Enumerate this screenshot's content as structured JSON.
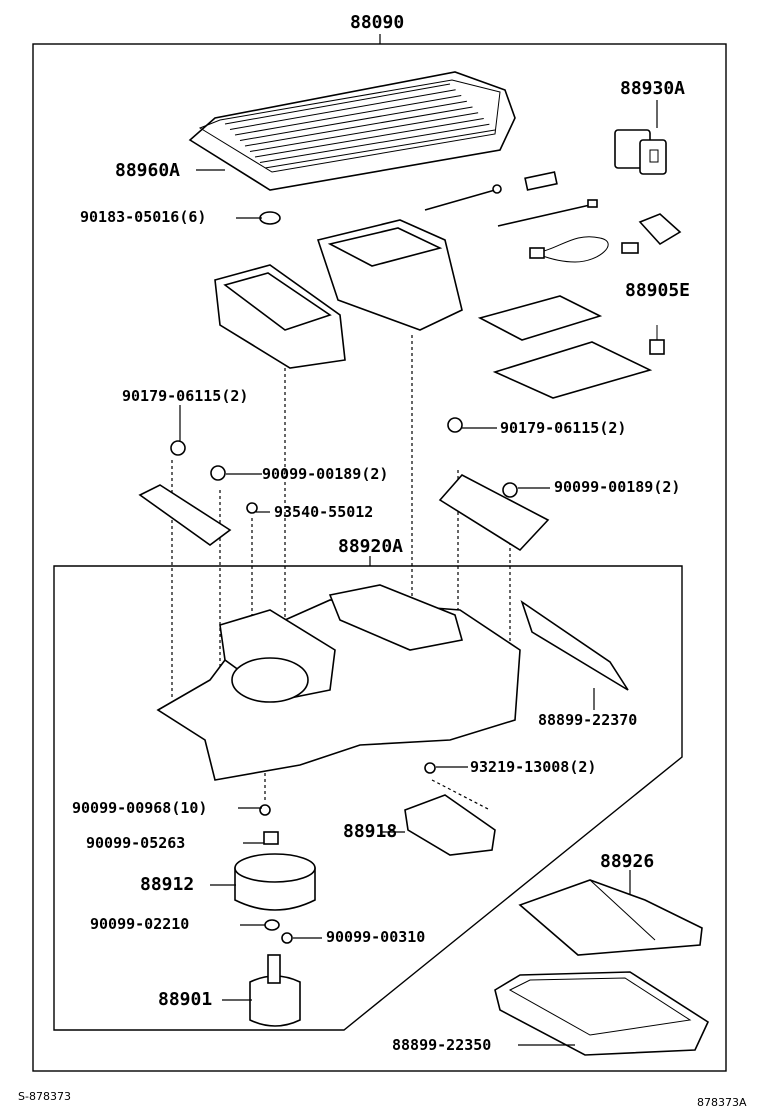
{
  "diagram": {
    "labels": {
      "assy_top": "88090",
      "switch": "88930A",
      "cover": "88960A",
      "nut_a": "90183-05016(6)",
      "relay": "88905E",
      "nut_left": "90179-06115(2)",
      "nut_right": "90179-06115(2)",
      "screw_left": "90099-00189(2)",
      "screw_right": "90099-00189(2)",
      "screw_mid": "93540-55012",
      "unit": "88920A",
      "seal_strip": "88899-22370",
      "screw_b": "93219-13008(2)",
      "screw_c": "90099-00968(10)",
      "nut_b": "90099-05263",
      "resistor": "88918",
      "fan": "88912",
      "filter": "88926",
      "washer": "90099-02210",
      "clip": "90099-00310",
      "motor": "88901",
      "filter_case": "88899-22350"
    },
    "footer": {
      "left_code": "S-878373",
      "right_code": "878373A"
    }
  }
}
